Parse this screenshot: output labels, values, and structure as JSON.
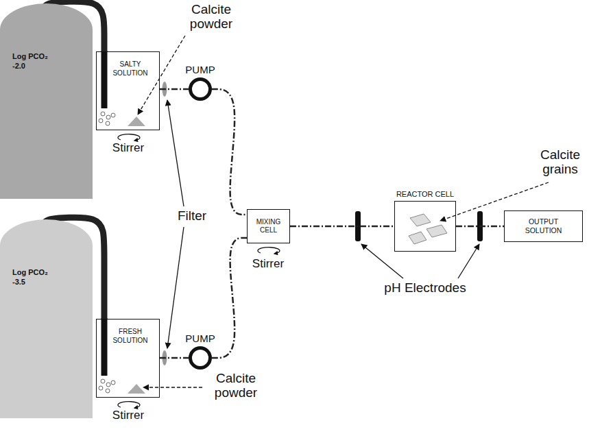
{
  "diagram": {
    "nodes": [
      {
        "text": [
          "Log PCO₂ -2.0"
        ]
      },
      {
        "text": [
          "SALTY SOLUTION"
        ]
      },
      {
        "text": [
          "PUMP"
        ]
      },
      {
        "text": [
          "Log PCO₂ -3.5"
        ]
      },
      {
        "text": [
          "FRESH SOLUTION"
        ]
      },
      {
        "text": [
          "PUMP"
        ]
      },
      {
        "text": [
          "MIXING CELL"
        ]
      },
      {
        "text": [
          "REACTOR CELL"
        ]
      },
      {
        "text": [
          "OUTPUT SOLUTION"
        ]
      }
    ],
    "edges": [
      {
        "from": 0,
        "to": 1,
        "arrow": "none"
      },
      {
        "from": 1,
        "to": 2,
        "arrow": "none"
      },
      {
        "from": 2,
        "to": 6,
        "arrow": "none"
      },
      {
        "from": 3,
        "to": 4,
        "arrow": "none"
      },
      {
        "from": 4,
        "to": 5,
        "arrow": "none"
      },
      {
        "from": 5,
        "to": 6,
        "arrow": "none"
      },
      {
        "from": 6,
        "to": 7,
        "arrow": "none"
      },
      {
        "from": 7,
        "to": 8,
        "arrow": "none"
      }
    ],
    "labels": [
      "Calcite powder",
      "Stirrer",
      "Filter",
      "Calcite powder",
      "Stirrer",
      "Stirrer",
      "Calcite grains",
      "pH Electrodes"
    ]
  }
}
